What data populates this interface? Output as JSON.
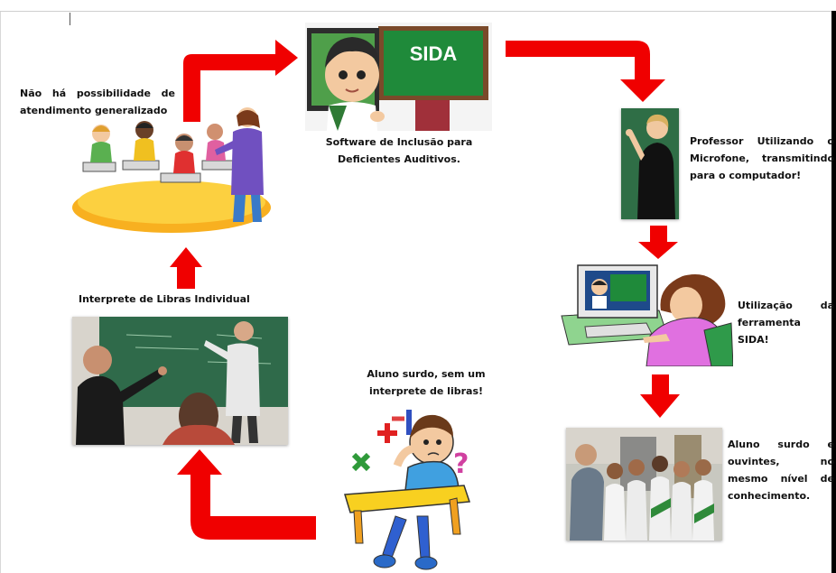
{
  "nodes": {
    "software": {
      "board_label": "SIDA",
      "caption_line1": "Software de Inclusão para",
      "caption_line2": "Deficientes Auditivos."
    },
    "professor": {
      "line1": "Professor Utilizando o",
      "line2": "Microfone, transmitindo",
      "line3": "para o computador!"
    },
    "sida_tool": {
      "line1": "Utilização da",
      "line2": "ferramenta SIDA!"
    },
    "deaf_hearing": {
      "line1": "Aluno surdo e",
      "line2": "ouvintes, no",
      "line3": "mesmo nível de",
      "line4": "conhecimento."
    },
    "no_interpreter": {
      "line1": "Aluno surdo, sem um",
      "line2": "interprete de libras!"
    },
    "individual": {
      "caption": "Interprete de Libras Individual"
    },
    "general": {
      "line1": "Não há possibilidade de",
      "line2": "atendimento generalizado"
    }
  },
  "colors": {
    "arrow": "#f00000",
    "board_green": "#1f8a3a",
    "board_text": "#ffffff"
  }
}
